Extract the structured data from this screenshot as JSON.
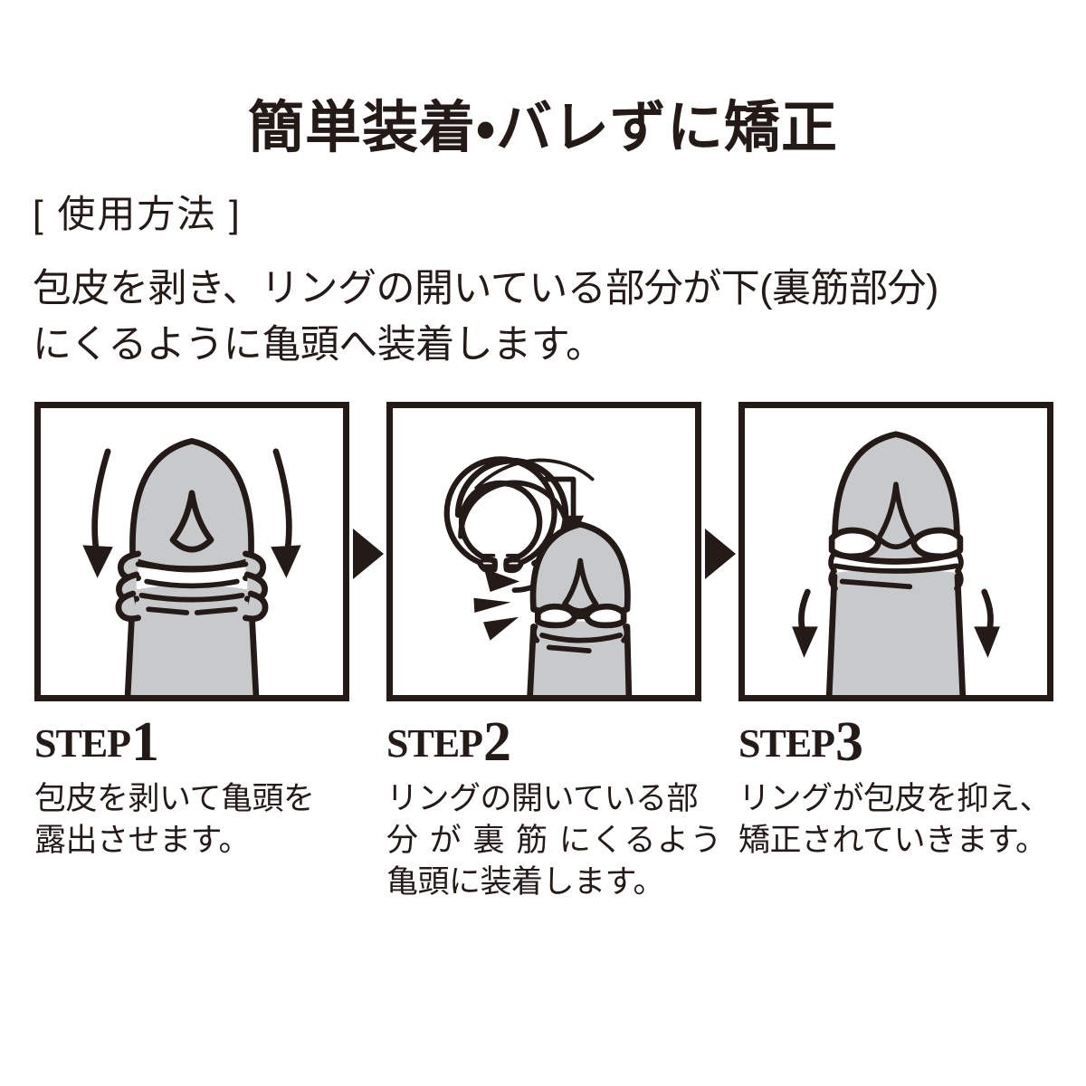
{
  "page": {
    "headline": "簡単装着・バレずに矯正",
    "section_label": "[ 使用方法 ]",
    "lead_line_1": "包皮を剥き、リングの開いている部分が下(裏筋部分)",
    "lead_line_2": "にくるように亀頭へ装着します。",
    "colors": {
      "ink": "#241b18",
      "skin_gray": "#c8c9cb",
      "background": "#ffffff",
      "highlight_white": "#ffffff"
    }
  },
  "steps": [
    {
      "word": "STEP",
      "number": "1",
      "caption_line_1": "包皮を剥いて亀頭を",
      "caption_line_2": "露出させます。",
      "caption_line_3": "",
      "illustration": "glans-with-foreskin-rolled-down-two-curved-arrows"
    },
    {
      "word": "STEP",
      "number": "2",
      "caption_line_1": "リングの開いている部",
      "caption_line_2": "分 が 裏 筋 にくるよう",
      "caption_line_3": "亀頭に装着します。",
      "illustration": "open-c-ring-with-down-arrow-and-impact-marks"
    },
    {
      "word": "STEP",
      "number": "3",
      "caption_line_1": "リングが包皮を抑え、",
      "caption_line_2": "矯正されていきます。",
      "caption_line_3": "",
      "illustration": "ring-fitted-holding-foreskin-two-down-arrows"
    }
  ],
  "separators": [
    {
      "icon": "triangle-right-icon"
    },
    {
      "icon": "triangle-right-icon"
    }
  ]
}
